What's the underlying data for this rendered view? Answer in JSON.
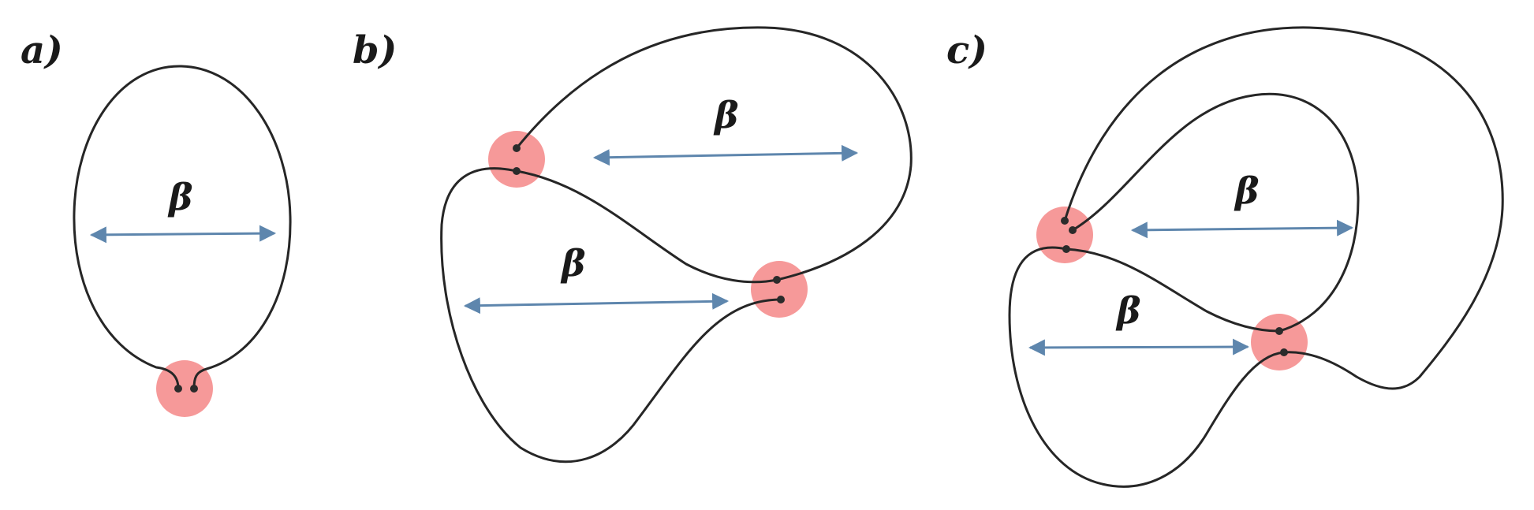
{
  "panels": [
    {
      "label": "a)"
    },
    {
      "label": "b)"
    },
    {
      "label": "c)"
    }
  ],
  "beta_symbol": "β",
  "colors": {
    "curve": "#262626",
    "node": "#f47c7c",
    "arrow": "#5e86ad",
    "endpoint": "#2b2b2b"
  }
}
